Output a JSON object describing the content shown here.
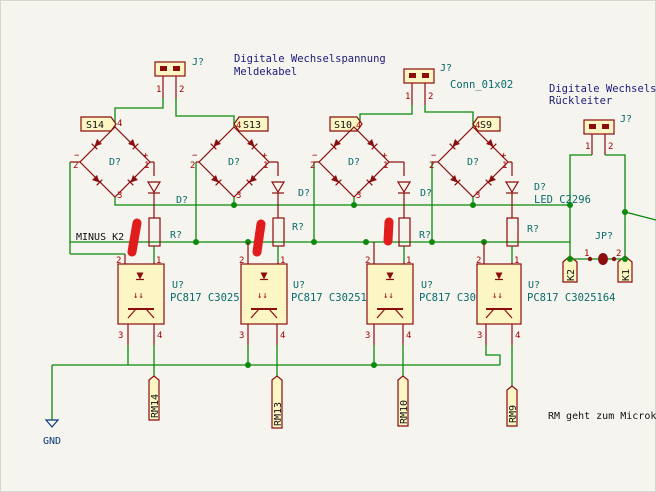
{
  "notes": {
    "title1": "Digitale Wechselspannung",
    "title2": "Meldekabel",
    "title3": "Digitale Wechselsp",
    "title4": "Rückleiter",
    "footer": "RM geht zum Microk",
    "conn_value": "Conn_01x02"
  },
  "connectors": [
    {
      "ref": "J?",
      "pin1": "1",
      "pin2": "2"
    },
    {
      "ref": "J?",
      "pin1": "1",
      "pin2": "2"
    },
    {
      "ref": "J?",
      "pin1": "1",
      "pin2": "2"
    }
  ],
  "bridges": [
    {
      "tag": "S14",
      "ref": "D?"
    },
    {
      "tag": "S13",
      "ref": "D?"
    },
    {
      "tag": "S10",
      "ref": "D?"
    },
    {
      "tag": "S9",
      "ref": "D?"
    }
  ],
  "bridge_pins": {
    "p1": "1",
    "p2": "2",
    "p3": "3",
    "p4": "4",
    "plus": "+",
    "minus": "−"
  },
  "leds": [
    {
      "ref": "D?",
      "value": ""
    },
    {
      "ref": "D?",
      "value": ""
    },
    {
      "ref": "D?",
      "value": ""
    },
    {
      "ref": "D?",
      "value": "LED C2296"
    }
  ],
  "resistors": [
    {
      "ref": "R?"
    },
    {
      "ref": "R?"
    },
    {
      "ref": "R?"
    },
    {
      "ref": "R?"
    }
  ],
  "opto": [
    {
      "ref": "U?",
      "value": "PC817 C3025164",
      "out": "RM14"
    },
    {
      "ref": "U?",
      "value": "PC817 C3025164",
      "out": "RM13"
    },
    {
      "ref": "U?",
      "value": "PC817 C3025164",
      "out": "RM10"
    },
    {
      "ref": "U?",
      "value": "PC817 C3025164",
      "out": "RM9"
    }
  ],
  "opto_pins": {
    "p1": "1",
    "p2": "2",
    "p3": "3",
    "p4": "4"
  },
  "nets": {
    "minus": "MINUS K2",
    "gnd": "GND",
    "k1": "K1",
    "k2": "K2",
    "jumper": "JP?"
  },
  "colors": {
    "wire": "#0b8a0b",
    "part": "#8b0d0d",
    "marker": "#e01c1c",
    "background": "#f5f4ef"
  }
}
